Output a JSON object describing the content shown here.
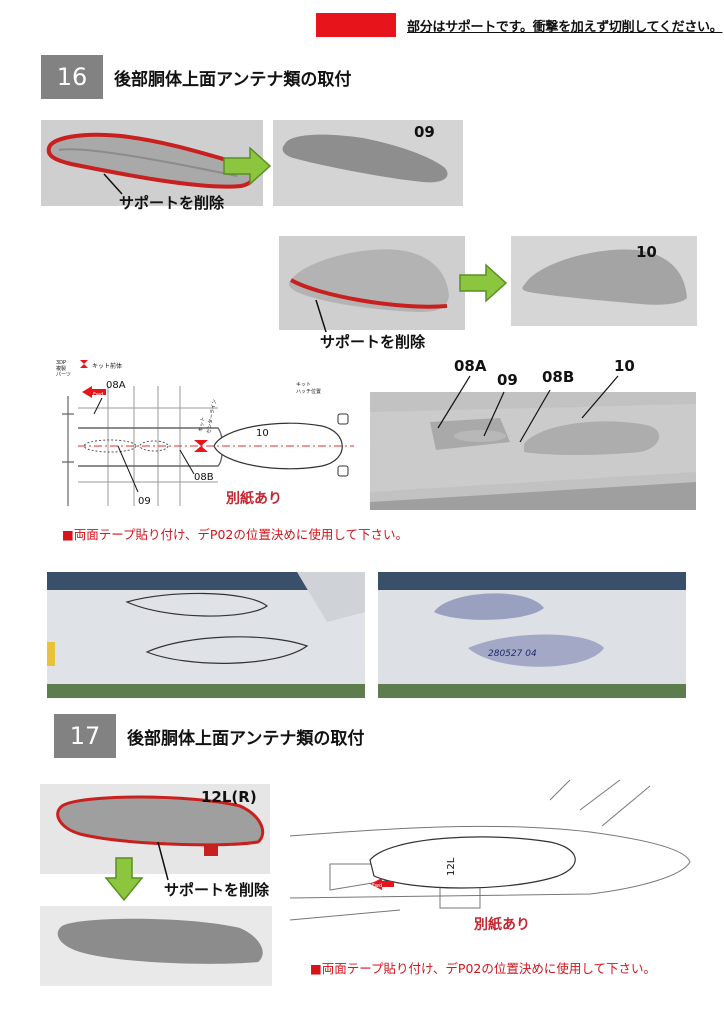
{
  "legend": {
    "text": "部分はサポートです。衝撃を加えず切削してください。",
    "swatch_color": "#e8141b"
  },
  "step16": {
    "number": "16",
    "title": "後部胴体上面アンテナ類の取付",
    "remove_support_label": "サポートを削除",
    "part_09": "09",
    "part_10": "10",
    "diagram": {
      "labels": {
        "p3d": "3DP",
        "fukusei": "複製",
        "parts": "パーツ",
        "kit_front": "キット前体",
        "fwd": "Fwd",
        "p08A": "08A",
        "p08B": "08B",
        "p09": "09",
        "p10": "10",
        "kit_center": "キット",
        "center_line": "センターライン",
        "kit_hatch1": "キット",
        "kit_hatch2": "ハッチ位置"
      },
      "separate_sheet": "別紙あり"
    },
    "photo_labels": {
      "p08A": "08A",
      "p09": "09",
      "p08B": "08B",
      "p10": "10"
    },
    "note": "■両面テープ貼り付け、デP02の位置決めに使用して下さい。",
    "handwriting": "280527 04"
  },
  "step17": {
    "number": "17",
    "title": "後部胴体上面アンテナ類の取付",
    "part_12": "12L(R)",
    "remove_support_label": "サポートを削除",
    "diagram": {
      "label_12L": "12L",
      "fwd": "Fwd"
    },
    "separate_sheet": "別紙あり",
    "note": "■両面テープ貼り付け、デP02の位置決めに使用して下さい。"
  }
}
